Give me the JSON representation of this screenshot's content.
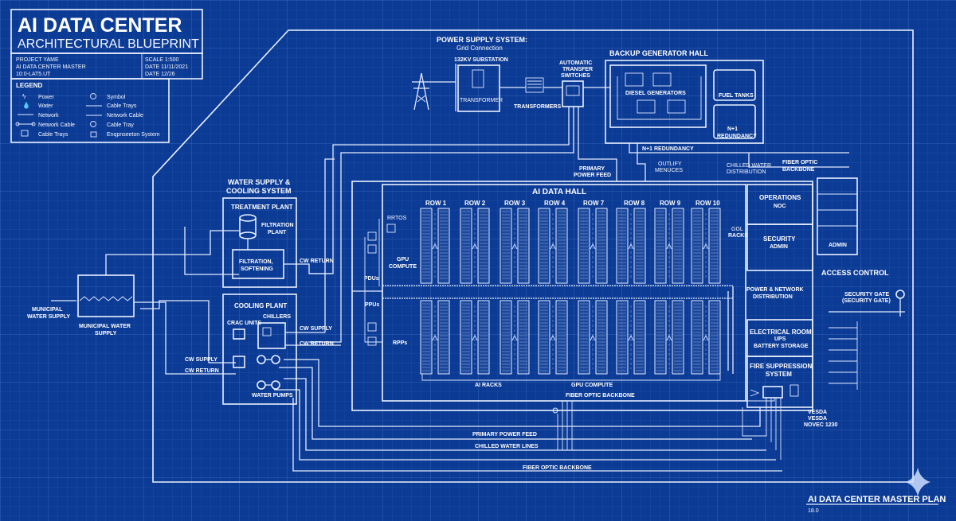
{
  "title_block": {
    "title": "AI DATA CENTER",
    "subtitle": "ARCHITECTURAL BLUEPRINT",
    "project_lines": [
      "PROJECT YAME",
      "AI DATA CENTER MASTER",
      "10:0-LAT5.UT"
    ],
    "meta_lines": [
      "SCALE  1:500",
      "DATE   11/11/2021",
      "DATE   12/26"
    ]
  },
  "legend": {
    "title": "LEGEND",
    "items_left": [
      "Power",
      "Water",
      "Network",
      "Network Cable",
      "Cable Trays"
    ],
    "items_right": [
      "Symbol",
      "Cable Trays",
      "Network Cable",
      "Cable Tray",
      "Enqpnseeton System"
    ]
  },
  "power": {
    "title": "POWER SUPPLY SYSTEM:",
    "subtitle": "Grid Connection",
    "substation": "132KV SUBSTATION",
    "transformer": "TRANSFORMER",
    "transformers": "TRANSFORMERS",
    "ats": [
      "AUTOMATIC",
      "TRANSFER",
      "SWITCHES"
    ]
  },
  "generator": {
    "title": "BACKUP GENERATOR HALL",
    "diesel": "DIESEL GENERATORS",
    "fuel": "FUEL TANKS",
    "redundancy": [
      "N+1",
      "REDUNDANCY"
    ]
  },
  "water": {
    "title": [
      "WATER SUPPLY &",
      "COOLING SYSTEM"
    ],
    "treatment": "TREATMENT PLANT",
    "filtration": [
      "FILTRATION",
      "PLANT"
    ],
    "softening": [
      "FILTRATION,",
      "SOFTENING"
    ],
    "cooling": "COOLING PLANT",
    "crac": "CRAC UNITS",
    "chillers": "CHILLERS",
    "pumps": "WATER PUMPS",
    "municipal_in": [
      "MUNICIPAL",
      "WATER SUPPLY"
    ],
    "municipal_box": [
      "MUNICIPAL WATER",
      "SUPPLY"
    ]
  },
  "hall": {
    "title": "AI DATA HALL",
    "rows": [
      "ROW 1",
      "ROW 2",
      "ROW 3",
      "ROW 4",
      "ROW 7",
      "ROW 8",
      "ROW 9",
      "ROW 10"
    ],
    "ggl": [
      "GGL",
      "RACKS"
    ],
    "gpu_compute": [
      "GPU",
      "COMPUTE"
    ],
    "pdus": "PDUs",
    "ppus": "PPUs",
    "rpps": "RPPs",
    "rrtos": "RRTOS",
    "ai_racks": "AI RACKS",
    "gpu_bottom": "GPU COMPUTE"
  },
  "rooms": {
    "operations": [
      "OPERATIONS",
      "NOC"
    ],
    "security": [
      "SECURITY",
      "ADMIN"
    ],
    "admin": "ADMIN",
    "power_dist": [
      "POWER & NETWORK",
      "DISTRIBUTION"
    ],
    "electrical": [
      "ELECTRICAL ROOM",
      "UPS",
      "BATTERY STORAGE"
    ],
    "fire": [
      "FIRE SUPPRESSION",
      "SYSTEM"
    ],
    "vesda": [
      "VESDA",
      "VESDA",
      "NOVEC 1230"
    ],
    "access": "ACCESS CONTROL",
    "gate": [
      "SECURITY GATE",
      "(SECURITY GATE)"
    ]
  },
  "lines": {
    "n1": "N+1 REDUNDANCY",
    "primary": [
      "PRIMARY",
      "POWER FEED"
    ],
    "outlify": [
      "OUTLIFY",
      "MENUCES"
    ],
    "chilled_dist": [
      "CHILLED WATER",
      "DISTRIBUTION"
    ],
    "fiber_top": [
      "FIBER OPTIC",
      "BACKBONE"
    ],
    "cw_return": "CW RETURN",
    "cw_supply": "CW SUPPLY",
    "fiber_mid": "FIBER OPTIC BACKBONE",
    "primary_bottom": "PRIMARY POWER FEED",
    "chilled_lines": "CHILLED WATER LINES",
    "fiber_bottom": "FIBER OPTIC BACKBONE"
  },
  "footer": {
    "title": "AI DATA CENTER MASTER PLAN",
    "version": "18.0"
  }
}
